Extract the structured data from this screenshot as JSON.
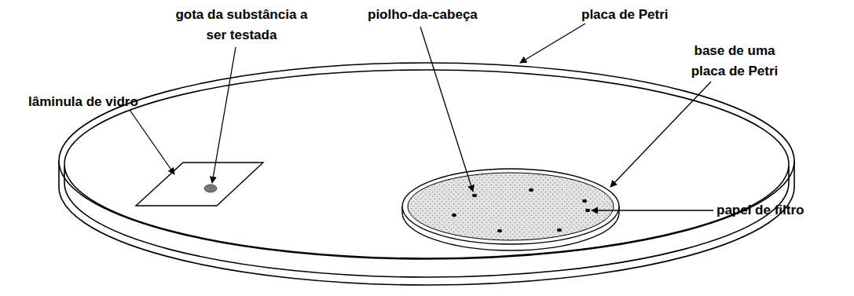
{
  "diagram": {
    "labels": [
      "gota da substância a ser testada",
      "lâminula de vidro",
      "piolho-da-cabeça",
      "placa de Petri",
      "base de uma placa de Petri",
      "papel de filtro"
    ]
  }
}
